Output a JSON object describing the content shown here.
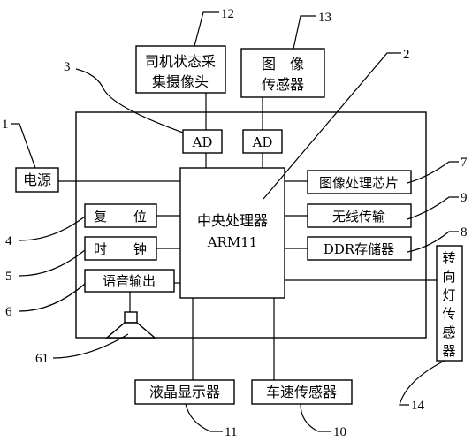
{
  "blocks": {
    "camera_line1": "司机状态采",
    "camera_line2": "集摄像头",
    "image_sensor_line1": "图　像",
    "image_sensor_line2": "传感器",
    "ad_left": "AD",
    "ad_right": "AD",
    "power": "电源",
    "cpu_line1": "中央处理器",
    "cpu_line2": "ARM11",
    "image_chip": "图像处理芯片",
    "wireless": "无线传输",
    "ddr": "DDR存储器",
    "reset": "复　　位",
    "clock": "时　　钟",
    "voice": "语音输出",
    "turn_sensor": [
      "转",
      "向",
      "灯",
      "传",
      "感",
      "器"
    ],
    "lcd": "液晶显示器",
    "speed_sensor": "车速传感器"
  },
  "labels": {
    "n1": "1",
    "n2": "2",
    "n3": "3",
    "n4": "4",
    "n5": "5",
    "n6": "6",
    "n61": "61",
    "n7": "7",
    "n8": "8",
    "n9": "9",
    "n10": "10",
    "n11": "11",
    "n12": "12",
    "n13": "13",
    "n14": "14"
  }
}
